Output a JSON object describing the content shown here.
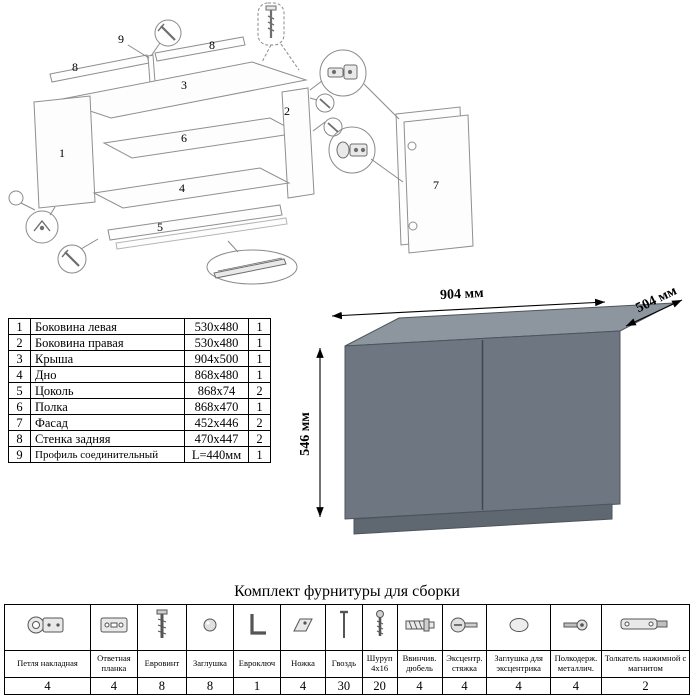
{
  "diagram": {
    "labels": {
      "n1": "1",
      "n2": "2",
      "n3": "3",
      "n4": "4",
      "n5": "5",
      "n6": "6",
      "n7": "7",
      "n8a": "8",
      "n8b": "8",
      "n9": "9"
    }
  },
  "parts_table": {
    "rows": [
      {
        "num": "1",
        "name": "Боковина левая",
        "size": "530x480",
        "qty": "1"
      },
      {
        "num": "2",
        "name": "Боковина правая",
        "size": "530x480",
        "qty": "1"
      },
      {
        "num": "3",
        "name": "Крыша",
        "size": "904x500",
        "qty": "1"
      },
      {
        "num": "4",
        "name": "Дно",
        "size": "868x480",
        "qty": "1"
      },
      {
        "num": "5",
        "name": "Цоколь",
        "size": "868x74",
        "qty": "2"
      },
      {
        "num": "6",
        "name": "Полка",
        "size": "868x470",
        "qty": "1"
      },
      {
        "num": "7",
        "name": "Фасад",
        "size": "452x446",
        "qty": "2"
      },
      {
        "num": "8",
        "name": "Стенка задняя",
        "size": "470x447",
        "qty": "2"
      },
      {
        "num": "9",
        "name": "Профиль соединительный",
        "size": "L=440мм",
        "qty": "1"
      }
    ]
  },
  "cabinet": {
    "width_label": "904 мм",
    "depth_label": "504 мм",
    "height_label": "546 мм",
    "colors": {
      "top": "#8d959e",
      "front": "#6e7781",
      "plinth": "#5f6871"
    }
  },
  "hardware": {
    "title": "Комплект фурнитуры для сборки",
    "items": [
      {
        "icon": "hinge-icon",
        "label": "Петля накладная",
        "qty": "4"
      },
      {
        "icon": "strike-plate-icon",
        "label": "Ответная планка",
        "qty": "4"
      },
      {
        "icon": "euro-screw-icon",
        "label": "Евровинт",
        "qty": "8"
      },
      {
        "icon": "cap-icon",
        "label": "Заглушка",
        "qty": "8"
      },
      {
        "icon": "hex-key-icon",
        "label": "Евроключ",
        "qty": "1"
      },
      {
        "icon": "foot-icon",
        "label": "Ножка",
        "qty": "4"
      },
      {
        "icon": "nail-icon",
        "label": "Гвоздь",
        "qty": "30"
      },
      {
        "icon": "screw-icon",
        "label": "Шуруп 4x16",
        "qty": "20"
      },
      {
        "icon": "dowel-icon",
        "label": "Ввинчив. дюбель",
        "qty": "4"
      },
      {
        "icon": "cam-lock-icon",
        "label": "Эксцентр. стяжка",
        "qty": "4"
      },
      {
        "icon": "cam-cap-icon",
        "label": "Заглушка для эксцентрика",
        "qty": "4"
      },
      {
        "icon": "shelf-support-icon",
        "label": "Полкодерж. металлич.",
        "qty": "4"
      },
      {
        "icon": "push-latch-icon",
        "label": "Толкатель нажимной с магнитом",
        "qty": "2"
      }
    ]
  }
}
